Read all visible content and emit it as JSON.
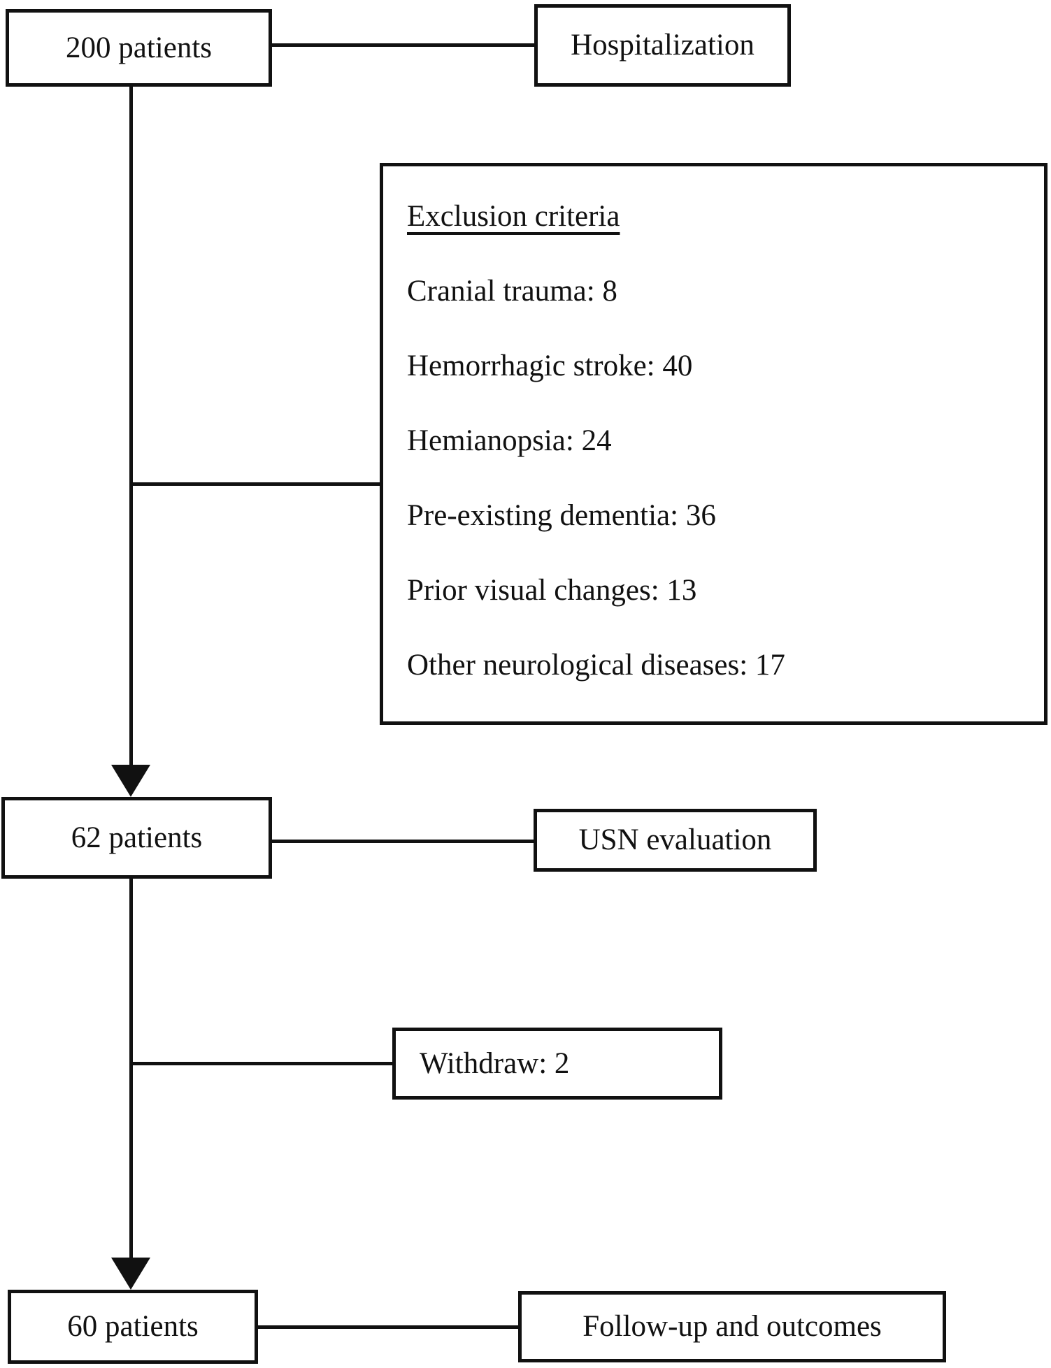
{
  "figure": {
    "type": "patient-flow-diagram",
    "colors": {
      "ink": "#111111",
      "paper": "#ffffff"
    },
    "main_flow": [
      {
        "id": "patients-200",
        "label": "200 patients"
      },
      {
        "id": "patients-62",
        "label": "62 patients"
      },
      {
        "id": "patients-60",
        "label": "60 patients"
      }
    ],
    "side_boxes": {
      "hospitalization": {
        "label": "Hospitalization"
      },
      "usn": {
        "label": "USN evaluation"
      },
      "withdraw": {
        "label": "Withdraw: 2"
      },
      "followup": {
        "label": "Follow-up and outcomes"
      }
    },
    "exclusion": {
      "title": "Exclusion criteria",
      "items": [
        "Cranial trauma: 8",
        "Hemorrhagic stroke: 40",
        "Hemianopsia: 24",
        "Pre-existing dementia: 36",
        "Prior visual changes: 13",
        "Other neurological diseases: 17"
      ]
    }
  }
}
